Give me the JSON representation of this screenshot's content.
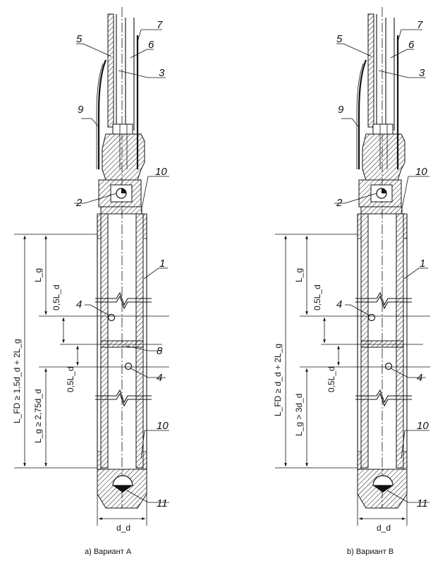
{
  "variant_a": {
    "caption": "a) Вариант А",
    "label_lfd": "L_FD ≥ 1,5d_d + 2L_g",
    "label_lg_top": "L_g",
    "label_lg_bottom": "L_g ≥ 2,75d_d",
    "label_half_ld_1": "0,5L_d",
    "label_half_ld_2": "0,5L_d",
    "label_dd": "d_d",
    "callouts": [
      "1",
      "2",
      "3",
      "4",
      "4",
      "5",
      "6",
      "7",
      "8",
      "9",
      "10",
      "10",
      "11"
    ]
  },
  "variant_b": {
    "caption": "b) Вариант В",
    "label_lfd": "L_FD ≥ d_d + 2L_g",
    "label_lg_top": "L_g",
    "label_lg_bottom": "L_g > 3d_d",
    "label_half_ld_1": "0,5L_d",
    "label_half_ld_2": "0,5L_d",
    "label_dd": "d_d",
    "callouts": [
      "1",
      "2",
      "3",
      "4",
      "4",
      "5",
      "6",
      "7",
      "9",
      "10",
      "10",
      "11"
    ]
  }
}
